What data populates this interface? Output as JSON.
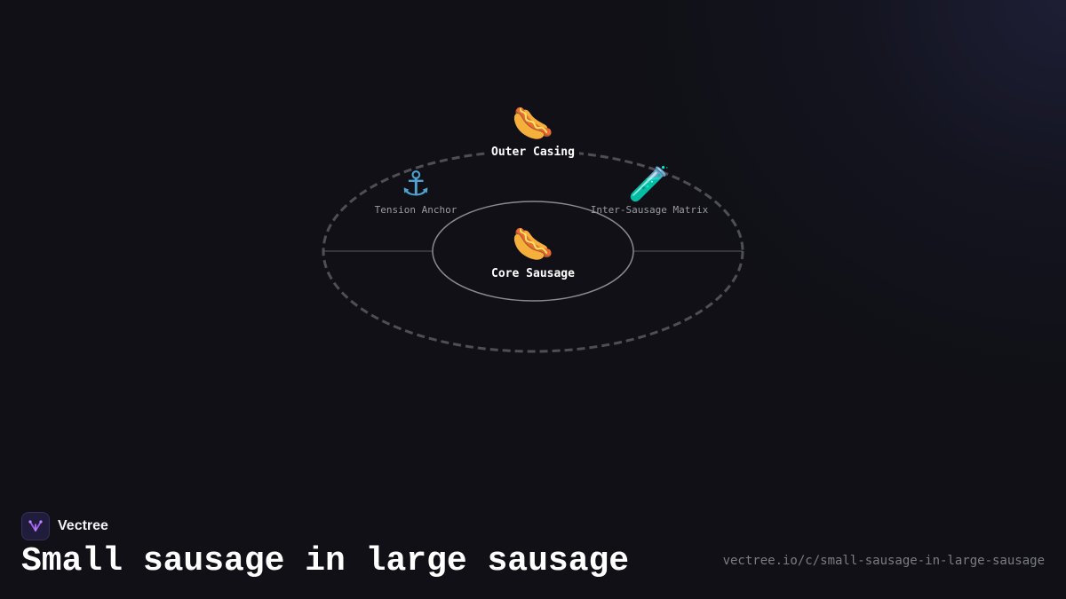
{
  "diagram": {
    "nodes": {
      "outer": {
        "icon": "🌭",
        "icon_name": "hotdog-icon",
        "label": "Outer Casing"
      },
      "core": {
        "icon": "🌭",
        "icon_name": "hotdog-icon",
        "label": "Core Sausage"
      },
      "anchor": {
        "icon": "⚓",
        "icon_name": "anchor-icon",
        "label": "Tension Anchor"
      },
      "matrix": {
        "icon": "🧪",
        "icon_name": "test-tube-icon",
        "label": "Inter-Sausage Matrix"
      }
    },
    "colors": {
      "outer_border": "#4e4e54",
      "inner_border": "#8a8a90",
      "connector": "#5a5a60",
      "accent": "#9b5de5"
    }
  },
  "footer": {
    "brand_name": "Vectree",
    "title": "Small sausage in large sausage",
    "url": "vectree.io/c/small-sausage-in-large-sausage"
  }
}
